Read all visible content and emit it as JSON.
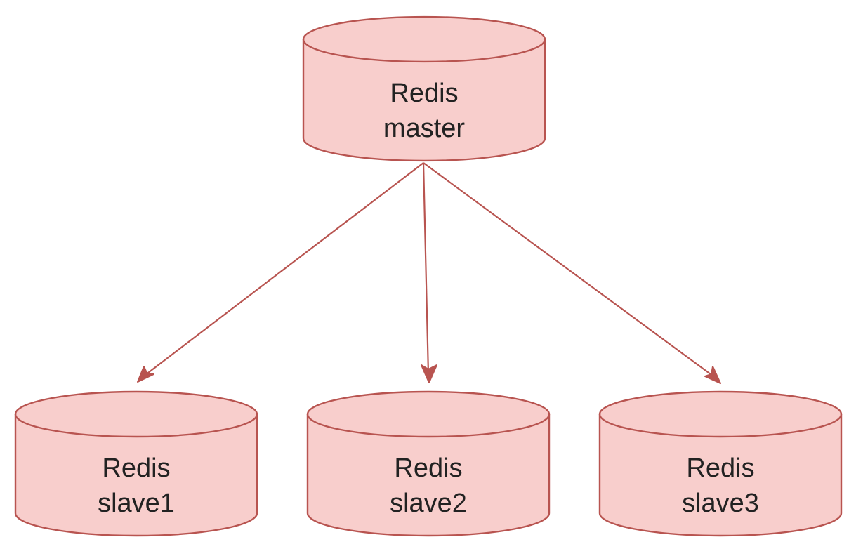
{
  "colors": {
    "node_fill": "#f8cecc",
    "node_stroke": "#b85450",
    "edge_stroke": "#b85450",
    "text": "#222222"
  },
  "nodes": {
    "master": {
      "line1": "Redis",
      "line2": "master",
      "shape": "database-cylinder"
    },
    "slave1": {
      "line1": "Redis",
      "line2": "slave1",
      "shape": "database-cylinder"
    },
    "slave2": {
      "line1": "Redis",
      "line2": "slave2",
      "shape": "database-cylinder"
    },
    "slave3": {
      "line1": "Redis",
      "line2": "slave3",
      "shape": "database-cylinder"
    }
  },
  "edges": [
    {
      "from": "master",
      "to": "slave1"
    },
    {
      "from": "master",
      "to": "slave2"
    },
    {
      "from": "master",
      "to": "slave3"
    }
  ]
}
